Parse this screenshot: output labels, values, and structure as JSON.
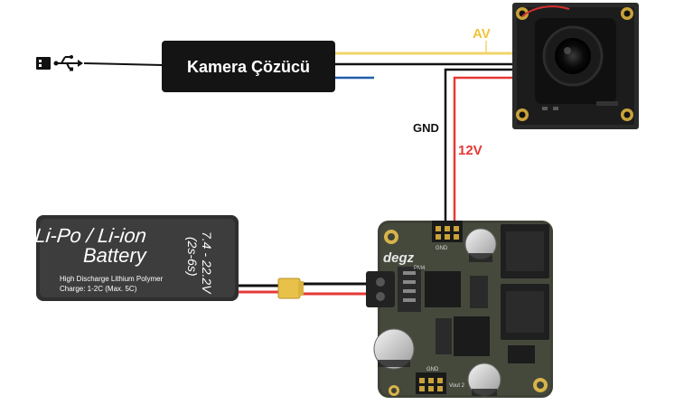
{
  "decoder": {
    "label": "Kamera Çözücü"
  },
  "wires": {
    "av_label": "AV",
    "gnd_label": "GND",
    "v12_label": "12V"
  },
  "battery": {
    "title_line1": "Li-Po / Li-ion",
    "title_line2": "Battery",
    "voltage_line1": "7.4 - 22.2V",
    "voltage_line2": "(2s-6s)",
    "sub_line1": "High Discharge  Lithium Polymer",
    "sub_line2": "Charge: 1-2C (Max. 5C)"
  },
  "board": {
    "brand": "degz",
    "model": "PM4",
    "pin_label_top": "GND",
    "pin_label_bottom": "GND",
    "vout_label": "Vout 2"
  },
  "colors": {
    "av_wire": "#f3d36b",
    "v12_wire": "#e53935",
    "gnd_wire": "#111111",
    "blue_wire": "#1f5fa8",
    "av_text": "#f0c53a",
    "v12_text": "#e53935",
    "decoder_bg": "#141414",
    "battery_bg": "#3a3a3a",
    "board_bg": "#3e4236"
  },
  "icons": {
    "usb": "usb-icon"
  }
}
